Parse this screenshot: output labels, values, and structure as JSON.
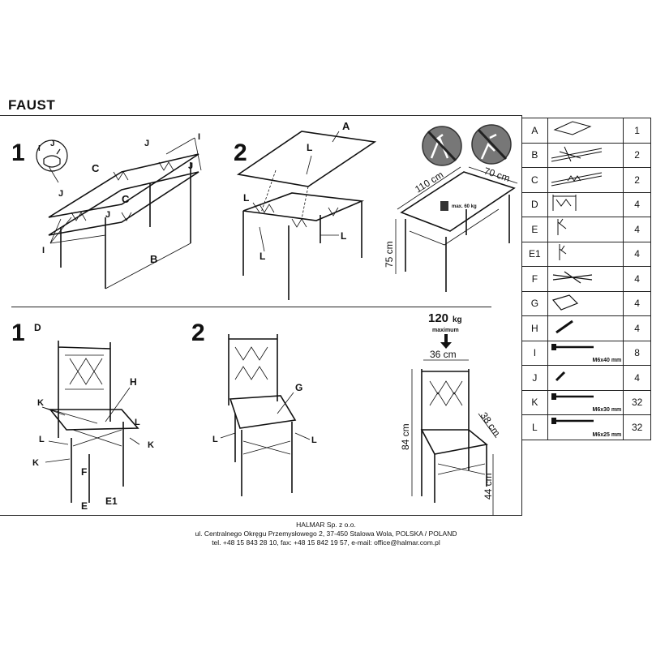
{
  "title": "FAUST",
  "table_section": {
    "steps": [
      "1",
      "2"
    ],
    "labels": {
      "A": "A",
      "B": "B",
      "C": "C",
      "I": "I",
      "J": "J",
      "L": "L"
    },
    "dimensions": {
      "length": "110 cm",
      "width": "70 cm",
      "height": "75 cm",
      "max_load": "max. 60 kg"
    }
  },
  "chair_section": {
    "steps": [
      "1",
      "2"
    ],
    "labels": {
      "D": "D",
      "H": "H",
      "K": "K",
      "L": "L",
      "F": "F",
      "E": "E",
      "E1": "E1",
      "G": "G"
    },
    "load": {
      "value": "120",
      "unit": "kg",
      "caption": "maximum"
    },
    "dimensions": {
      "width": "36 cm",
      "depth": "38 cm",
      "height": "84 cm",
      "seat_height": "44 cm"
    }
  },
  "parts": [
    {
      "letter": "A",
      "qty": "1",
      "icon": "table-top-icon",
      "spec": ""
    },
    {
      "letter": "B",
      "qty": "2",
      "icon": "table-leg-frame-icon",
      "spec": ""
    },
    {
      "letter": "C",
      "qty": "2",
      "icon": "decorative-rail-icon",
      "spec": ""
    },
    {
      "letter": "D",
      "qty": "4",
      "icon": "chair-back-icon",
      "spec": ""
    },
    {
      "letter": "E",
      "qty": "4",
      "icon": "chair-leg-icon",
      "spec": ""
    },
    {
      "letter": "E1",
      "qty": "4",
      "icon": "chair-leg-alt-icon",
      "spec": ""
    },
    {
      "letter": "F",
      "qty": "4",
      "icon": "cross-brace-icon",
      "spec": ""
    },
    {
      "letter": "G",
      "qty": "4",
      "icon": "seat-cushion-icon",
      "spec": ""
    },
    {
      "letter": "H",
      "qty": "4",
      "icon": "dowel-pin-icon",
      "spec": ""
    },
    {
      "letter": "I",
      "qty": "8",
      "icon": "bolt-icon",
      "spec": "M6x40 mm"
    },
    {
      "letter": "J",
      "qty": "4",
      "icon": "small-pin-icon",
      "spec": ""
    },
    {
      "letter": "K",
      "qty": "32",
      "icon": "bolt-icon",
      "spec": "M6x30 mm"
    },
    {
      "letter": "L",
      "qty": "32",
      "icon": "bolt-icon",
      "spec": "M6x25 mm"
    }
  ],
  "footer": {
    "company": "HALMAR Sp. z o.o.",
    "address": "ul. Centralnego Okręgu Przemysłowego 2, 37-450 Stalowa Wola, POLSKA / POLAND",
    "contact": "tel. +48 15 843 28 10, fax: +48 15 842 19 57, e-mail: office@halmar.com.pl"
  }
}
